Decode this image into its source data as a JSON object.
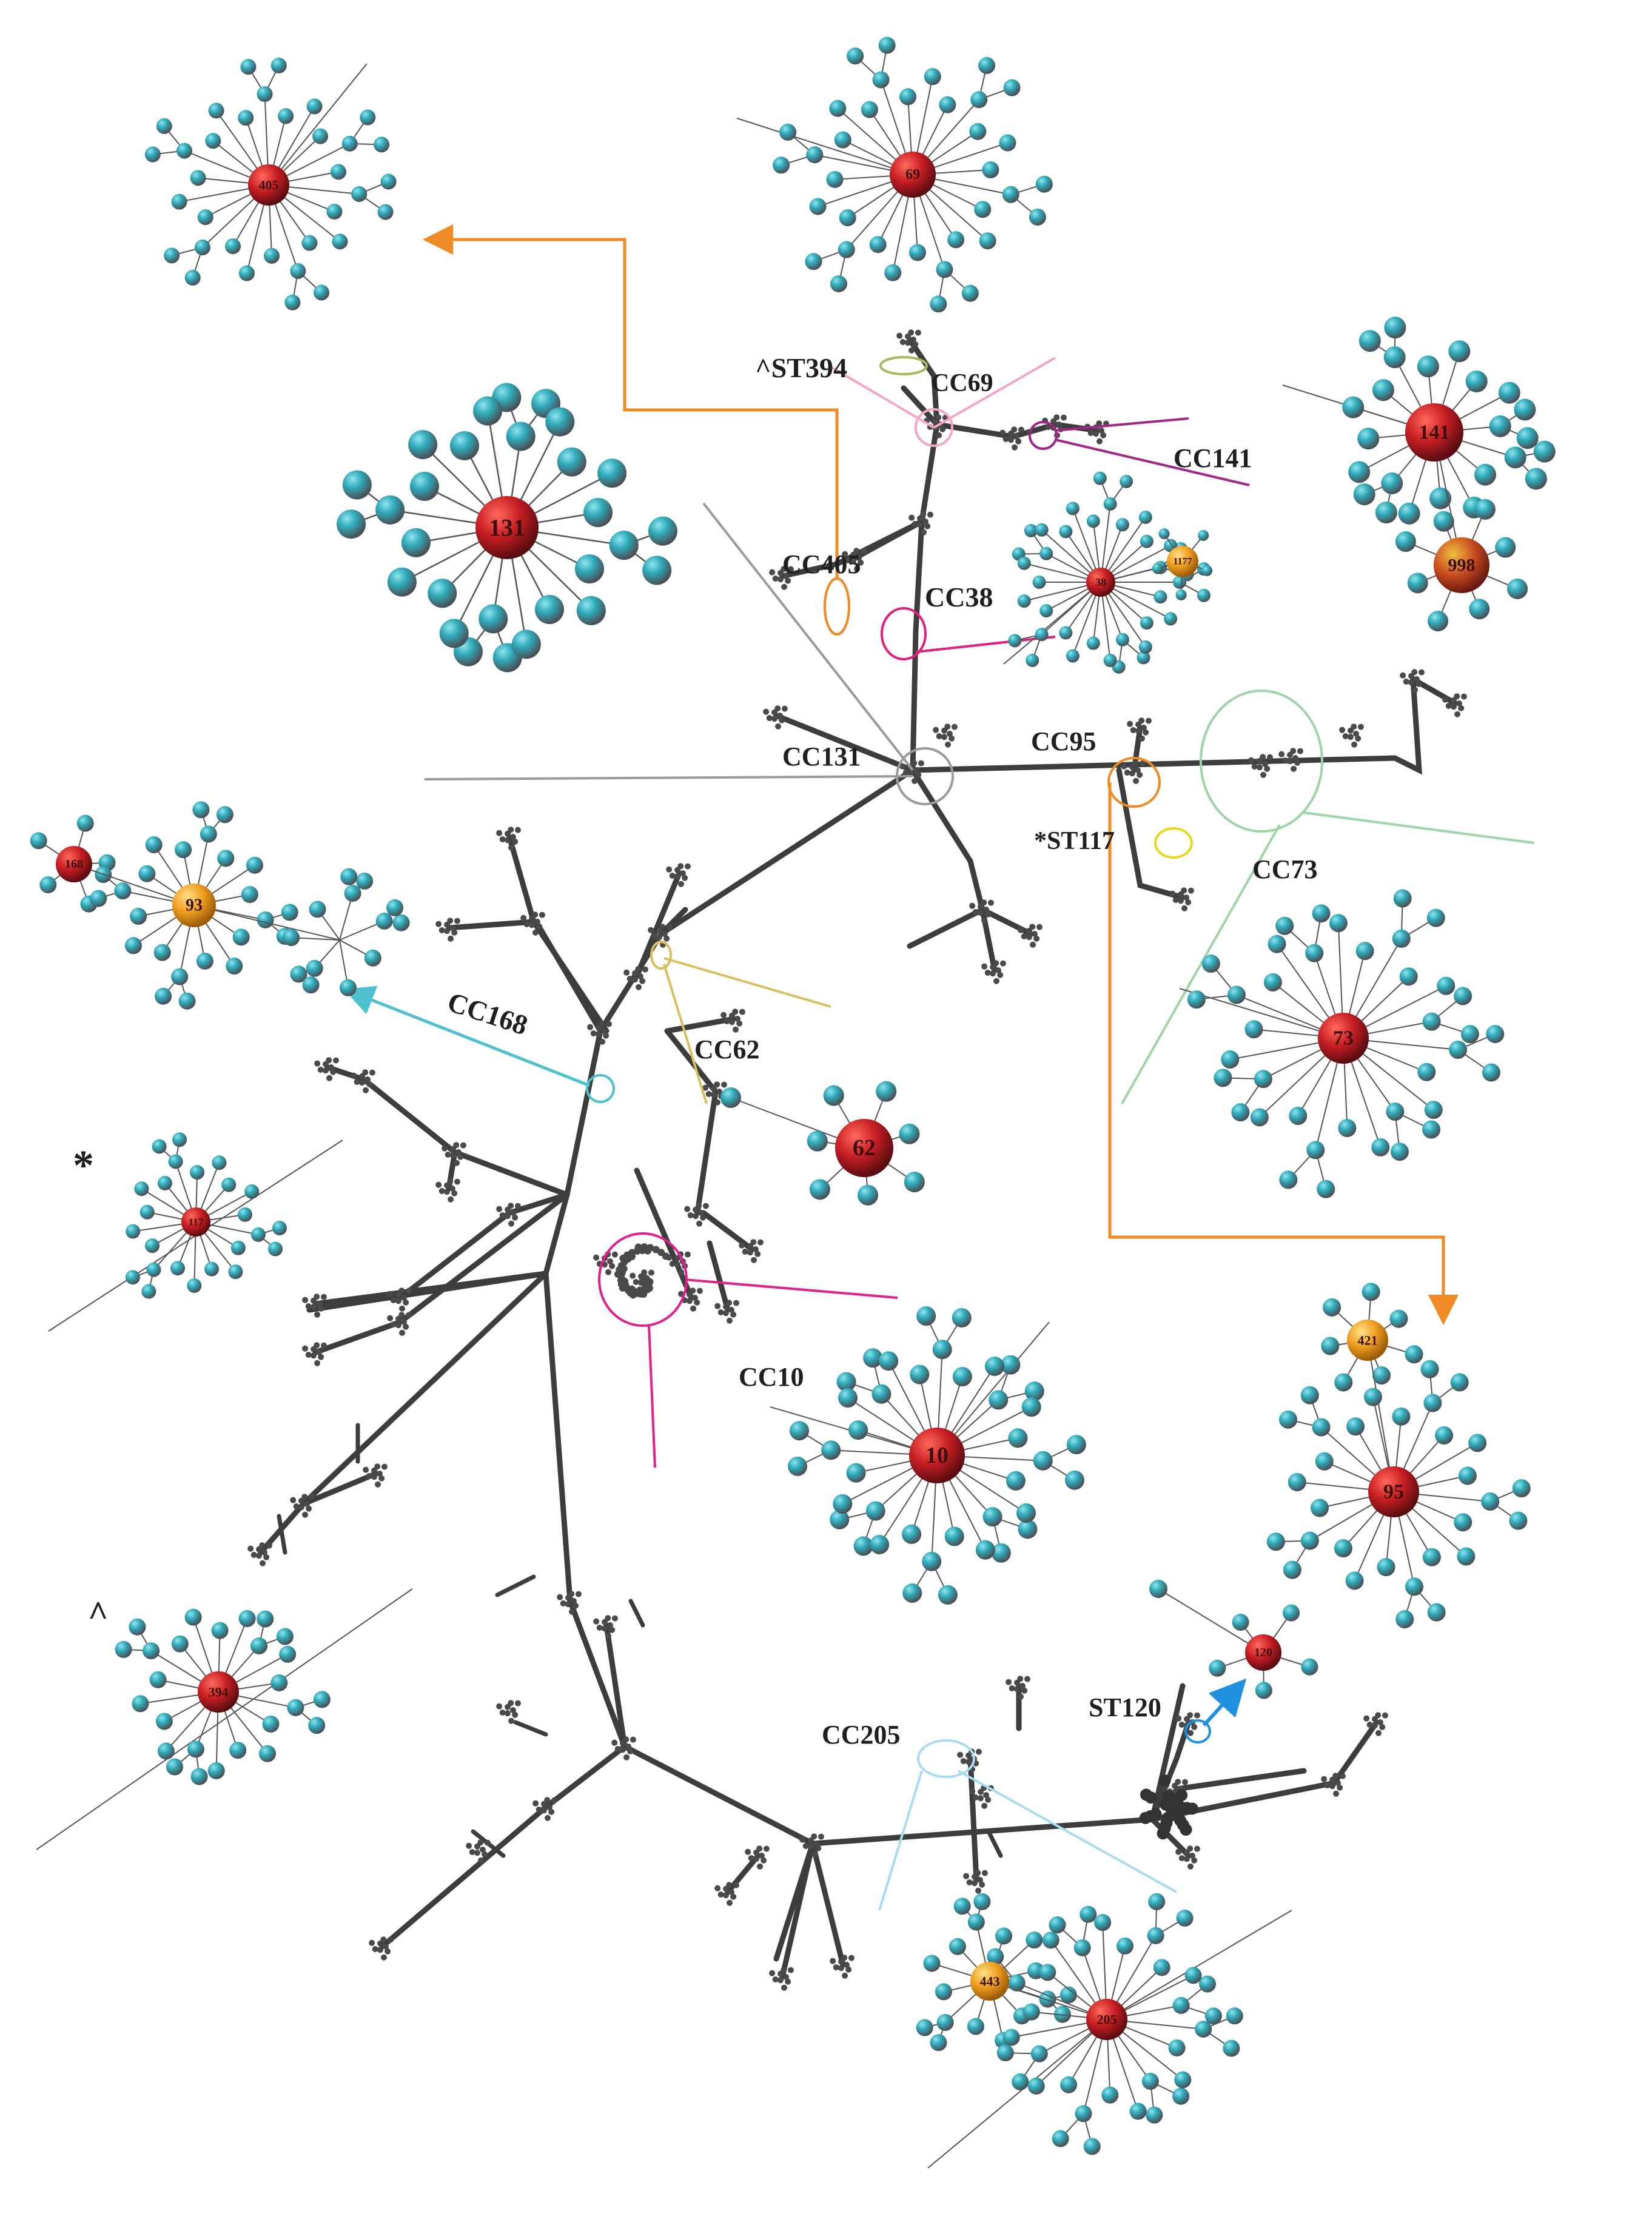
{
  "labels": {
    "cc69": "CC69",
    "st394": "^ST394",
    "cc141": "CC141",
    "cc405": "CC405",
    "cc38": "CC38",
    "cc131": "CC131",
    "cc95": "CC95",
    "st117": "*ST117",
    "cc73": "CC73",
    "cc168": "CC168",
    "cc62": "CC62",
    "cc10": "CC10",
    "cc205": "CC205",
    "st120": "ST120",
    "asterisk": "*",
    "caret": "^"
  },
  "founders": {
    "st405": "405",
    "st69": "69",
    "st131": "131",
    "st141": "141",
    "st998": "998",
    "st38": "38",
    "st1177": "1177",
    "st168": "168",
    "st93": "93",
    "st73": "73",
    "st62": "62",
    "st117": "117",
    "st10": "10",
    "st421": "421",
    "st95": "95",
    "st394": "394",
    "st120": "120",
    "st443": "443",
    "st205": "205"
  },
  "colors": {
    "cyan_node": "#2fa9b8",
    "red_founder": "#c81e24",
    "orange_subfounder": "#f0a020",
    "tree_edge": "#3d3d3d",
    "cc405_orange": "#f08a24",
    "cc69_pink": "#f4a6c8",
    "cc141_purple": "#a0268c",
    "cc38_magenta": "#e0207c",
    "cc131_gray": "#9a9a9a",
    "cc73_green": "#9ed4a8",
    "st117_yellow": "#e8d820",
    "cc168_cyan": "#4ec0d0",
    "cc62_gold": "#d8c060",
    "cc10_magenta": "#e0208c",
    "cc205_lightblue": "#a8dcf0",
    "st120_blue": "#2090e0",
    "st394_olive": "#a8b860"
  }
}
